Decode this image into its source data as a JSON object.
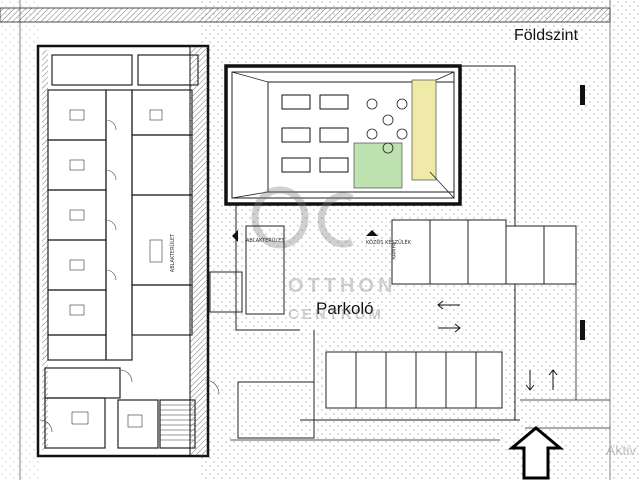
{
  "plan": {
    "floor_label": "Földszint",
    "parking_label": "Parkoló",
    "watermark": {
      "line1": "OTTHON",
      "line2": "CENTRUM",
      "logo": "OC"
    },
    "activation_text": "Aktiv",
    "room_labels": [
      "ABLAKTERÜLET",
      "ABLAKTERÜLET",
      "KÖZÖS KÉSZÜLÉK",
      "RAMPA"
    ],
    "arrows": [
      "left-arrow",
      "right-arrow",
      "down-arrow",
      "up-arrow",
      "entrance-arrow"
    ],
    "colors": {
      "hatch": "#9aa0a6",
      "wall": "#1a1a1a",
      "green_zone": "#bfe3b0",
      "yellow_zone": "#f0eaa8",
      "grid_line": "#444444"
    }
  }
}
